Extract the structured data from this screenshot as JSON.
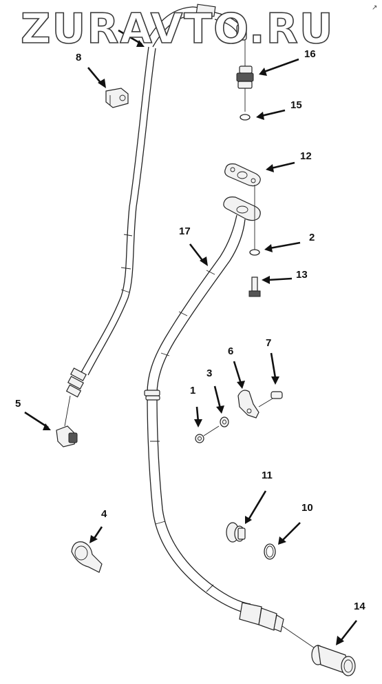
{
  "watermark": "ZURAVTO.RU",
  "corner_mark": "↗",
  "callouts": [
    {
      "id": "c1",
      "label": "1"
    },
    {
      "id": "c2",
      "label": "2"
    },
    {
      "id": "c3",
      "label": "3"
    },
    {
      "id": "c4",
      "label": "4"
    },
    {
      "id": "c5",
      "label": "5"
    },
    {
      "id": "c6",
      "label": "6"
    },
    {
      "id": "c7",
      "label": "7"
    },
    {
      "id": "c8",
      "label": "8"
    },
    {
      "id": "c9",
      "label": "9"
    },
    {
      "id": "c10",
      "label": "10"
    },
    {
      "id": "c11",
      "label": "11"
    },
    {
      "id": "c12",
      "label": "12"
    },
    {
      "id": "c13",
      "label": "13"
    },
    {
      "id": "c14",
      "label": "14"
    },
    {
      "id": "c15",
      "label": "15"
    },
    {
      "id": "c16",
      "label": "16"
    },
    {
      "id": "c17",
      "label": "17"
    }
  ]
}
